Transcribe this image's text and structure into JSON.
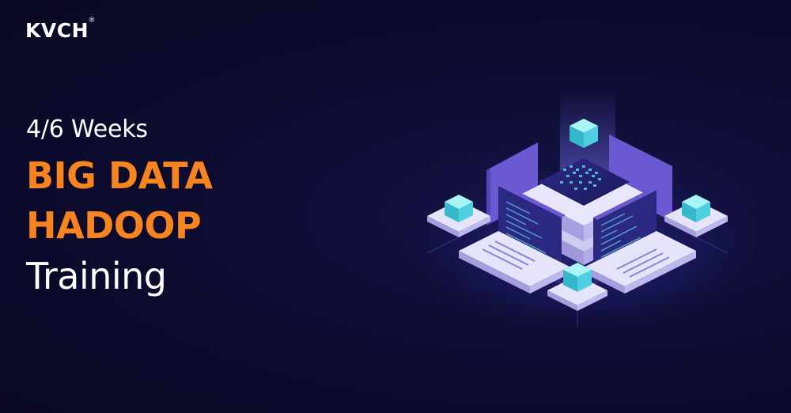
{
  "brand": {
    "logo_text": "KVCH",
    "registered_mark": "®"
  },
  "headline": {
    "duration": "4/6 Weeks",
    "title_line_1": "BIG DATA",
    "title_line_2": "HADOOP",
    "subtitle": "Training"
  },
  "colors": {
    "background": "#0b0a2a",
    "accent_orange": "#f7841f",
    "text_white": "#ffffff",
    "device_purple": "#6f5bd6",
    "device_light": "#dcd9f5",
    "cube_teal": "#39c8d6"
  },
  "illustration": {
    "subject": "isometric-server-network-icon"
  }
}
